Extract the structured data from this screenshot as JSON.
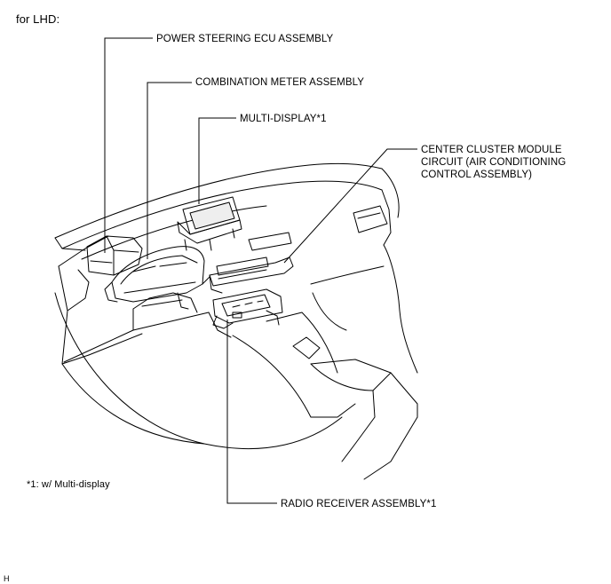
{
  "diagram": {
    "title": "for LHD:",
    "callouts": {
      "power_steering_ecu": "POWER STEERING ECU ASSEMBLY",
      "combination_meter": "COMBINATION METER ASSEMBLY",
      "multi_display": "MULTI-DISPLAY*1",
      "center_cluster": [
        "CENTER CLUSTER MODULE",
        "CIRCUIT (AIR CONDITIONING",
        "CONTROL ASSEMBLY)"
      ],
      "radio_receiver": "RADIO RECEIVER ASSEMBLY*1"
    },
    "footnote": "*1: w/ Multi-display",
    "corner_code": "H",
    "colors": {
      "line": "#000000",
      "background": "#ffffff",
      "display_screen": "#eeeeee"
    }
  }
}
